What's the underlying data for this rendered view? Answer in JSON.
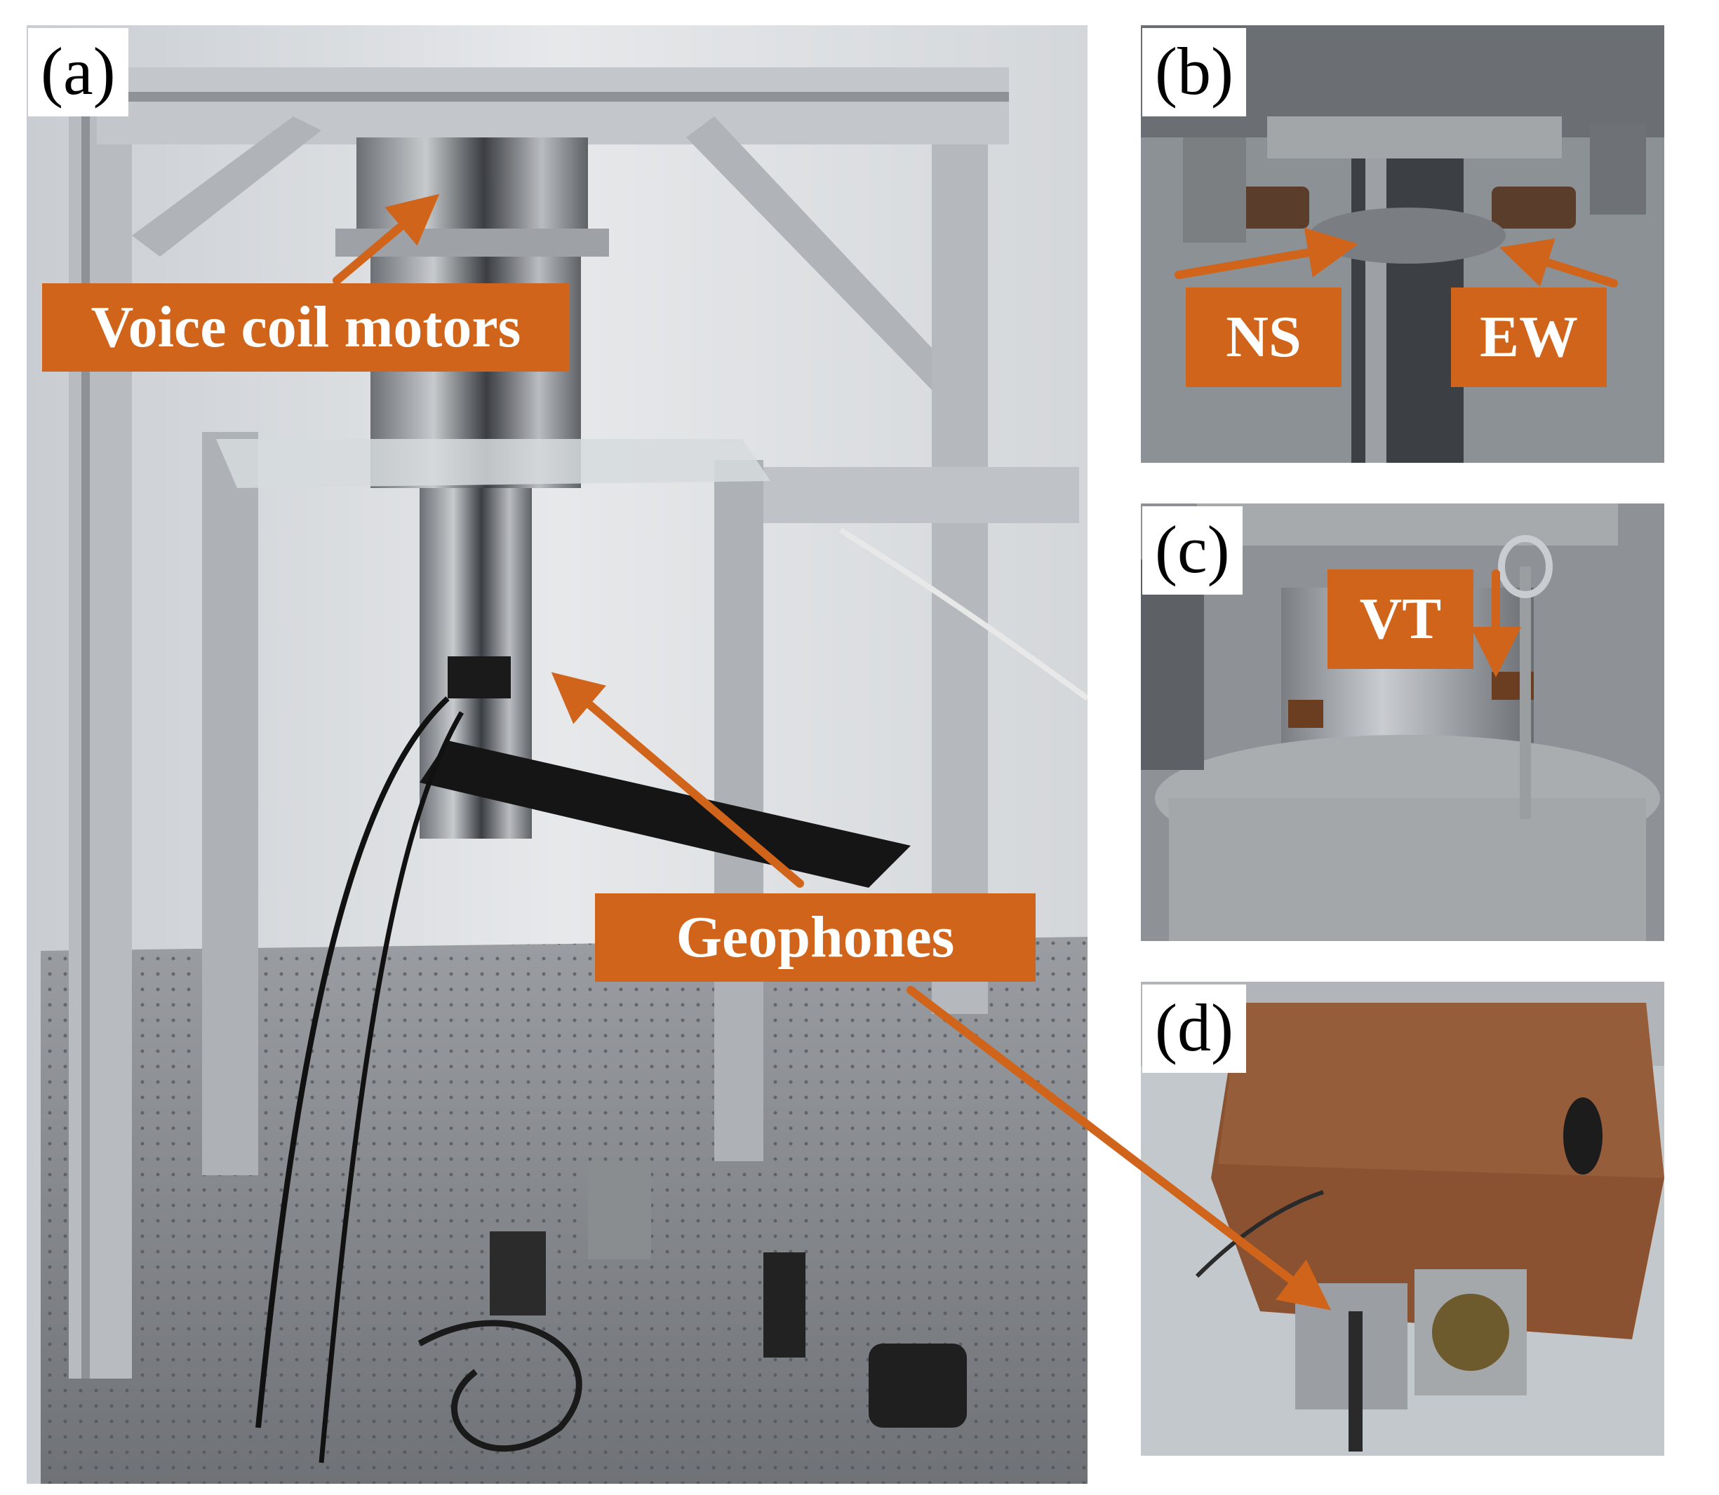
{
  "figure": {
    "panels": [
      {
        "id": "a",
        "label": "(a)",
        "description_icon": "cryostat-photo"
      },
      {
        "id": "b",
        "label": "(b)",
        "description_icon": "actuator-closeup-photo"
      },
      {
        "id": "c",
        "label": "(c)",
        "description_icon": "vertical-actuator-photo"
      },
      {
        "id": "d",
        "label": "(d)",
        "description_icon": "copper-block-geophones-photo"
      }
    ],
    "annotations": {
      "voice_coil": "Voice coil motors",
      "geophones": "Geophones",
      "ns": "NS",
      "ew": "EW",
      "vt": "VT"
    },
    "colors": {
      "annotation_fill": "#d0641a",
      "annotation_text": "#ffffff",
      "label_bg": "#ffffff"
    }
  }
}
